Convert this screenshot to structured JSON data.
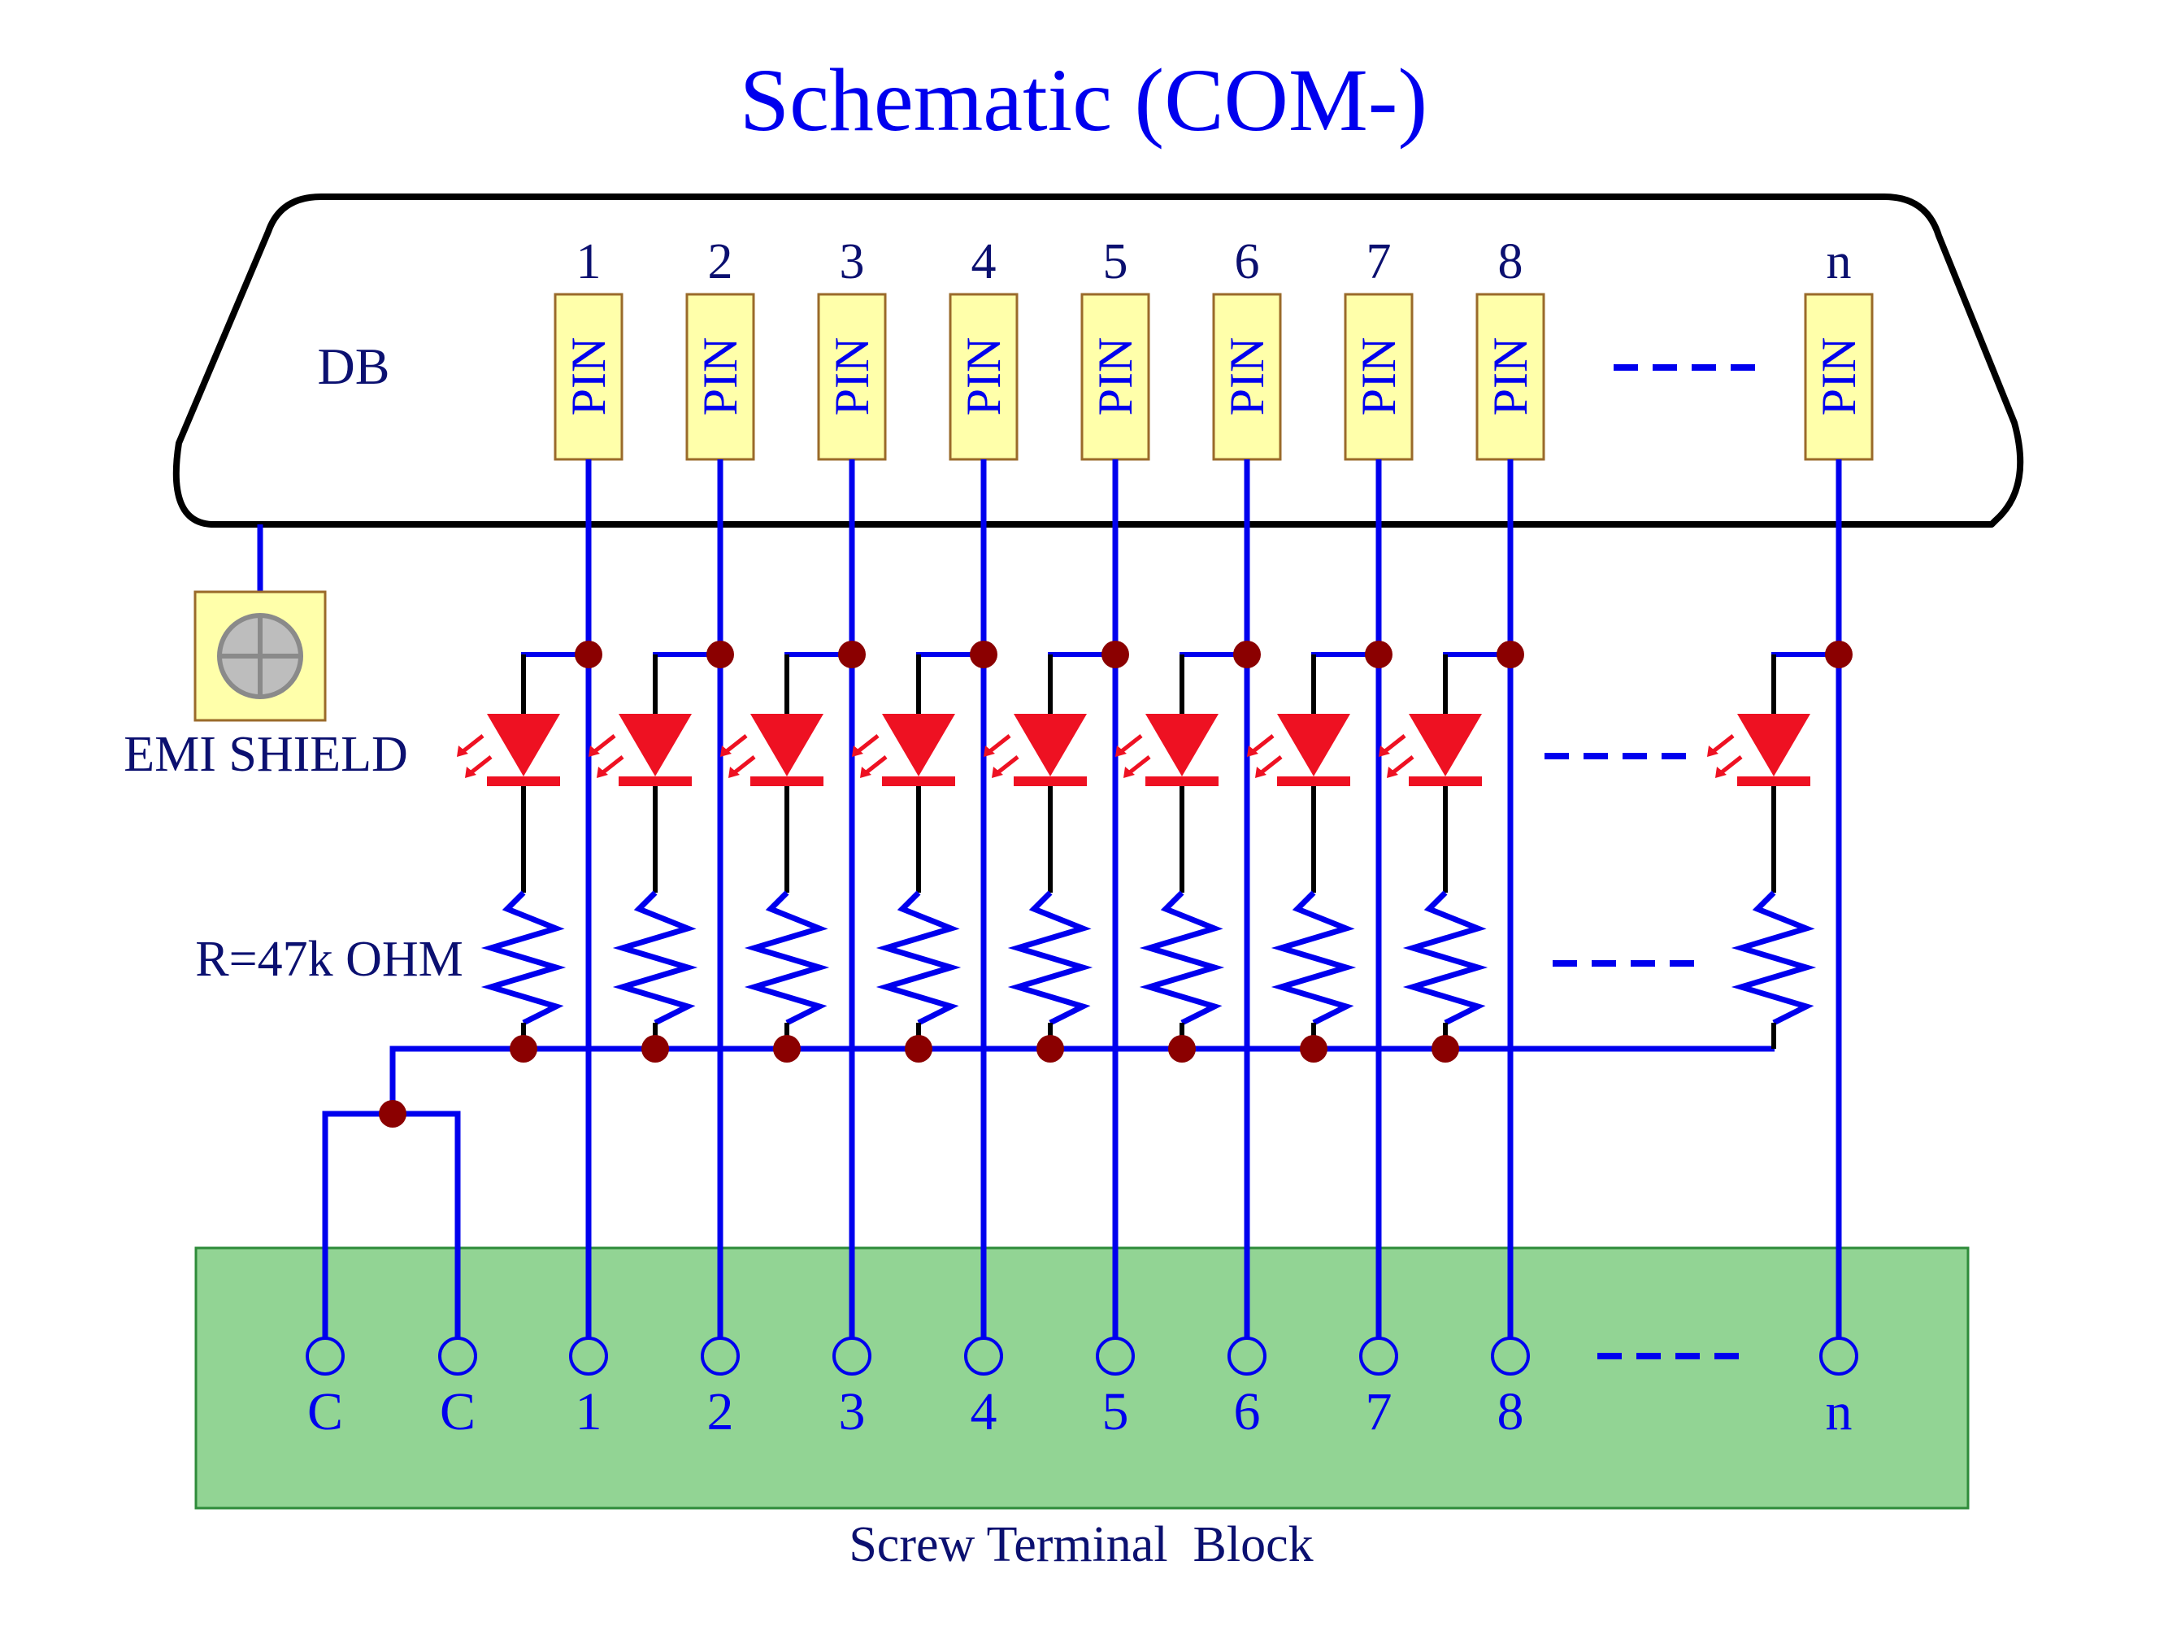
{
  "title": "Schematic (COM-)",
  "connector": {
    "label": "DB",
    "pin_text": "PIN",
    "pins": [
      "1",
      "2",
      "3",
      "4",
      "5",
      "6",
      "7",
      "8",
      "n"
    ]
  },
  "emi_shield": {
    "label": "EMI SHIELD"
  },
  "resistor": {
    "label": "R=47k OHM"
  },
  "terminal_block": {
    "label": "Screw Terminal  Block",
    "terminals": [
      "C",
      "C",
      "1",
      "2",
      "3",
      "4",
      "5",
      "6",
      "7",
      "8",
      "n"
    ]
  },
  "colors": {
    "wire": "#0000ee",
    "text": "#0000ee",
    "label_dark": "#0b1070",
    "led": "#ee1122",
    "junction": "#8b0000",
    "pin_fill": "#ffffaa",
    "pin_border": "#9a6a2a",
    "terminal_fill": "#92d494",
    "terminal_border": "#2e8b3a"
  }
}
